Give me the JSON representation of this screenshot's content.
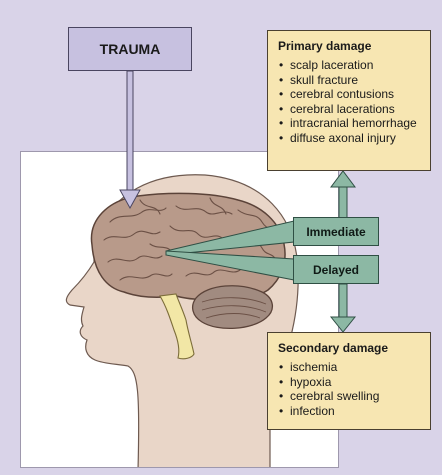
{
  "trauma": {
    "label": "TRAUMA"
  },
  "primary": {
    "title": "Primary damage",
    "items": [
      "scalp laceration",
      "skull fracture",
      "cerebral contusions",
      "cerebral lacerations",
      "intracranial hemorrhage",
      "diffuse axonal injury"
    ]
  },
  "secondary": {
    "title": "Secondary damage",
    "items": [
      "ischemia",
      "hypoxia",
      "cerebral swelling",
      "infection"
    ]
  },
  "timing": {
    "immediate": "Immediate",
    "delayed": "Delayed"
  },
  "colors": {
    "background": "#d9d3e8",
    "trauma_box": "#c7c1e0",
    "damage_box": "#f7e6b2",
    "timing_box": "#8cb8a4",
    "brain": "#b89a8a",
    "skin": "#e9d6c8"
  }
}
